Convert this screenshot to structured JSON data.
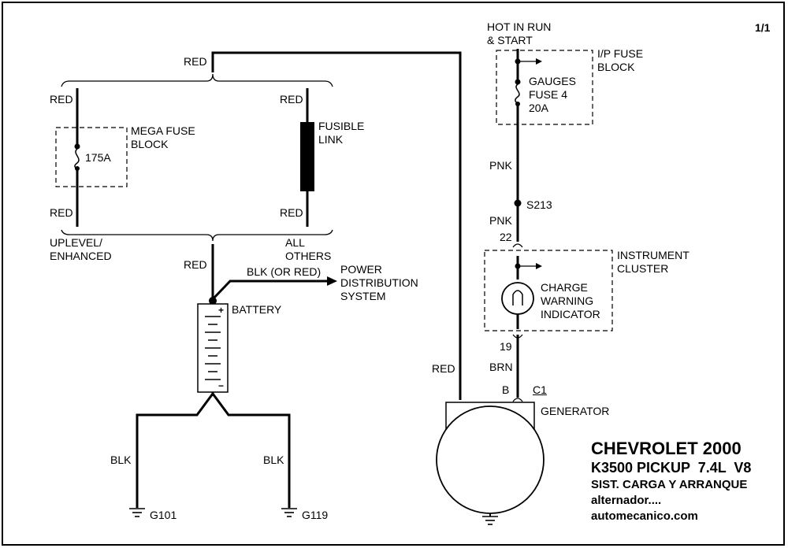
{
  "page": "1/1",
  "title": {
    "make_year": "CHEVROLET 2000",
    "model": "K3500 PICKUP  7.4L  V8",
    "system": "SIST. CARGA Y ARRANQUE",
    "subject": "alternador....",
    "site": "automecanico.com"
  },
  "labels": {
    "red_top": "RED",
    "red_mega_top": "RED",
    "red_mega_bottom": "RED",
    "red_fusible_top": "RED",
    "red_fusible_bottom": "RED",
    "red_battery": "RED",
    "red_generator": "RED",
    "mega_fuse_block": "MEGA FUSE\nBLOCK",
    "fuse_175a": "175A",
    "fusible_link": "FUSIBLE\nLINK",
    "uplevel": "UPLEVEL/\nENHANCED",
    "all_others": "ALL\nOTHERS",
    "blk_or_red": "BLK (OR RED)",
    "power_distribution": "POWER\nDISTRIBUTION\nSYSTEM",
    "battery": "BATTERY",
    "battery_plus": "+",
    "battery_minus": "−",
    "blk_left": "BLK",
    "blk_right": "BLK",
    "g101": "G101",
    "g119": "G119",
    "hot_in_run": "HOT IN RUN\n& START",
    "ip_fuse_block": "I/P FUSE\nBLOCK",
    "gauges_fuse": "GAUGES\nFUSE 4\n20A",
    "pnk_upper": "PNK",
    "s213": "S213",
    "pnk_lower": "PNK",
    "pin_22": "22",
    "instrument_cluster": "INSTRUMENT\nCLUSTER",
    "charge_warning": "CHARGE\nWARNING\nINDICATOR",
    "pin_19": "19",
    "brn": "BRN",
    "pin_b": "B",
    "c1": "C1",
    "generator": "GENERATOR"
  }
}
